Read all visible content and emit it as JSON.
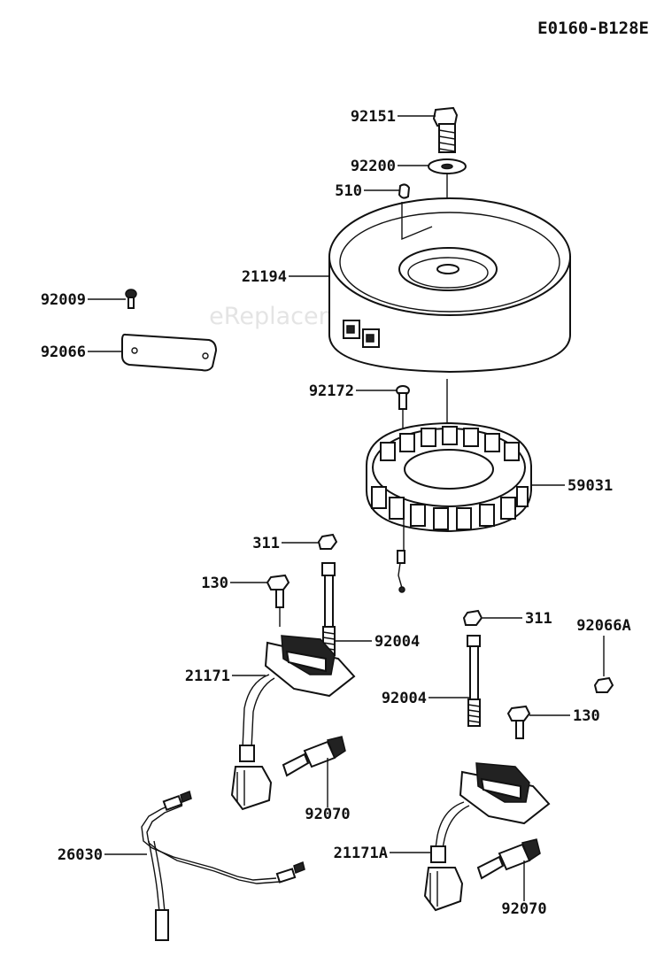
{
  "diagram": {
    "code": "E0160-B128E",
    "watermark": "eReplacementParts.com",
    "parts": {
      "p92151": "92151",
      "p92200": "92200",
      "p510": "510",
      "p21194": "21194",
      "p92009": "92009",
      "p92066": "92066",
      "p92172": "92172",
      "p59031": "59031",
      "p311a": "311",
      "p130a": "130",
      "p92004a": "92004",
      "p21171": "21171",
      "p92070a": "92070",
      "p311b": "311",
      "p92066A": "92066A",
      "p92004b": "92004",
      "p130b": "130",
      "p26030": "26030",
      "p21171A": "21171A",
      "p92070b": "92070"
    }
  }
}
